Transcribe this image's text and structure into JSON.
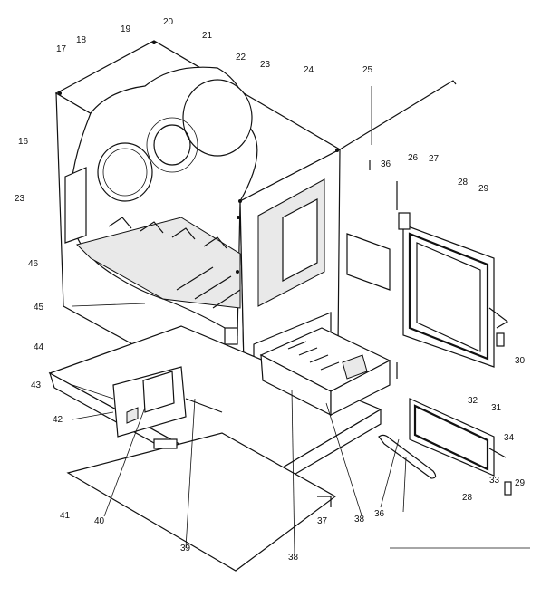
{
  "labels": [
    "17",
    "18",
    "19",
    "20",
    "21",
    "22",
    "23",
    "24",
    "25",
    "16",
    "36",
    "26",
    "27",
    "28",
    "29",
    "23",
    "46",
    "45",
    "44",
    "30",
    "43",
    "32",
    "31",
    "42",
    "34",
    "29",
    "33",
    "28",
    "41",
    "40",
    "38",
    "36",
    "37",
    "39",
    "38"
  ]
}
